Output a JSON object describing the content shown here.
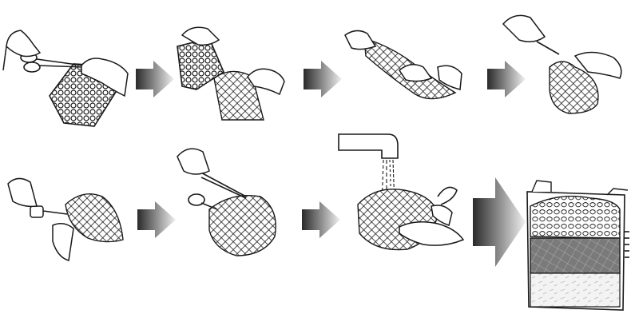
{
  "diagram": {
    "steps": [
      {
        "id": 1,
        "icon": "scissors-cut-bag-icon"
      },
      {
        "id": 2,
        "icon": "pour-media-into-net-icon"
      },
      {
        "id": 3,
        "icon": "gather-net-icon"
      },
      {
        "id": 4,
        "icon": "tie-net-icon"
      },
      {
        "id": 5,
        "icon": "clip-cord-icon"
      },
      {
        "id": 6,
        "icon": "trim-excess-icon"
      },
      {
        "id": 7,
        "icon": "rinse-under-faucet-icon"
      },
      {
        "id": 8,
        "icon": "filter-chamber-layers-icon"
      }
    ],
    "arrows": [
      {
        "from": 1,
        "to": 2
      },
      {
        "from": 2,
        "to": 3
      },
      {
        "from": 3,
        "to": 4
      },
      {
        "from": 5,
        "to": 6
      },
      {
        "from": 6,
        "to": 7
      },
      {
        "from": 7,
        "to": 8
      }
    ],
    "colors": {
      "line": "#1a1a1a",
      "arrow_dark": "#2a2a2a",
      "arrow_light": "#f2f2f2",
      "media_mid": "#7a7a7a",
      "media_light": "#efefef"
    }
  }
}
